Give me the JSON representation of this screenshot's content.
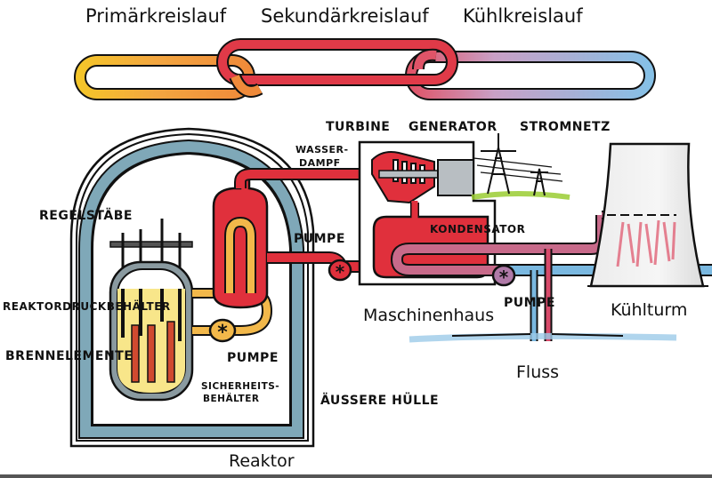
{
  "diagram": {
    "title_row": {
      "primary_loop": "Primärkreislauf",
      "secondary_loop": "Sekundärkreislauf",
      "cooling_loop": "Kühlkreislauf"
    },
    "labels": {
      "turbine": "TURBINE",
      "generator": "GENERATOR",
      "power_grid": "STROMNETZ",
      "steam_line1": "WASSER-",
      "steam_line2": "DAMPF",
      "control_rods": "REGELSTÄBE",
      "pressure_vessel": "REAKTORDRUCKBEHÄLTER",
      "fuel_elements": "BRENNELEMENTE",
      "primary_pump": "PUMPE",
      "containment_line1": "SICHERHEITS-",
      "containment_line2": "BEHÄLTER",
      "outer_shell": "ÄUSSERE HÜLLE",
      "reactor": "Reaktor",
      "secondary_pump": "PUMPE",
      "condenser": "KONDENSATOR",
      "machine_house": "Maschinenhaus",
      "cooling_pump": "PUMPE",
      "cooling_tower": "Kühlturm",
      "river": "Fluss"
    },
    "colors": {
      "primary_hot": "#f2c230",
      "primary_warm": "#f09a3a",
      "secondary": "#e03040",
      "cooling_warm": "#c86a8a",
      "cooling_cold": "#7ab8e0",
      "containment": "#7fa8b8",
      "vessel": "#8a9aa0",
      "coolant_fill": "#f8e68a",
      "fuel_rod": "#d04a30",
      "turbine_gray": "#b8bec2",
      "grass": "#9acd32",
      "ink": "#111111"
    }
  }
}
